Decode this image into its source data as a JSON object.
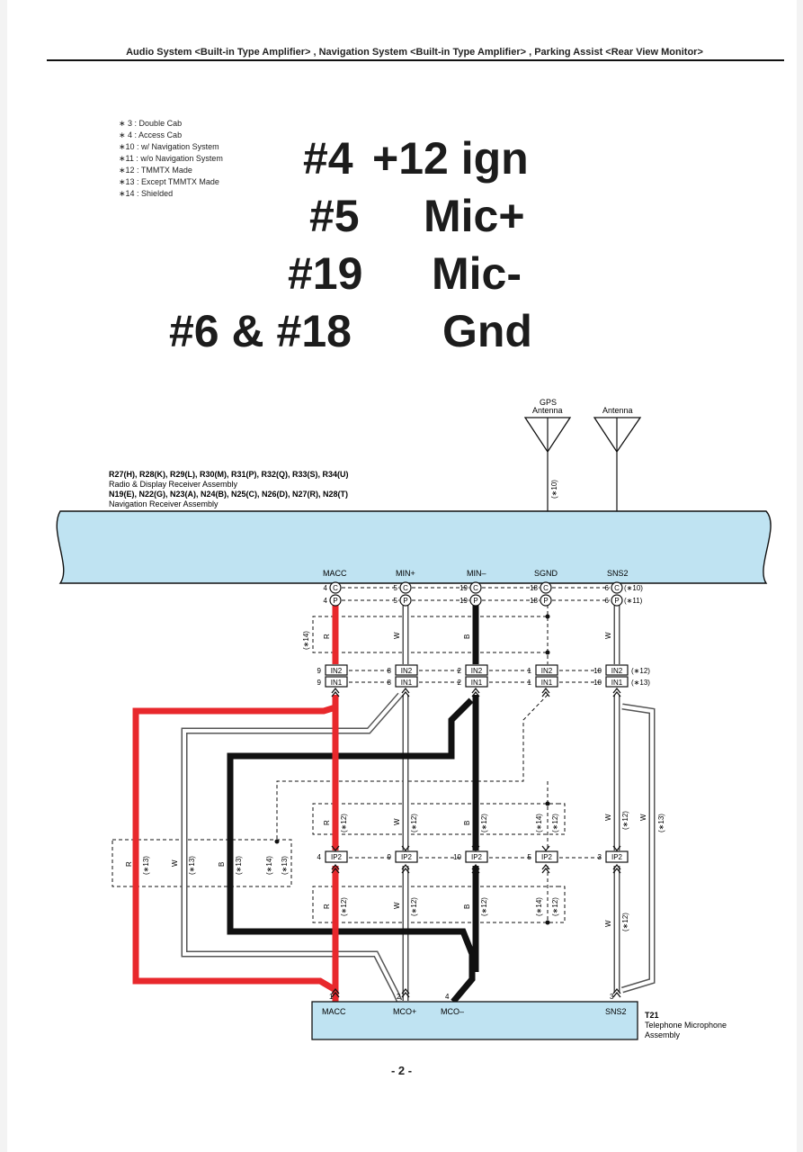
{
  "header": {
    "title": "Audio System <Built-in Type Amplifier> , Navigation System <Built-in Type Amplifier> , Parking Assist <Rear View Monitor>"
  },
  "notes": [
    "∗ 3 : Double Cab",
    "∗ 4 : Access Cab",
    "∗10 : w/ Navigation System",
    "∗11 : w/o Navigation System",
    "∗12 : TMMTX Made",
    "∗13 : Except TMMTX Made",
    "∗14 : Shielded"
  ],
  "overlay": {
    "line1_pin": "#4",
    "line1_label": "+12 ign",
    "line2_pin": "#5",
    "line2_label": "Mic+",
    "line3_pin": "#19",
    "line3_label": "Mic-",
    "line4_pin": "#6 & #18",
    "line4_label": "Gnd"
  },
  "diagram": {
    "gps_antenna_1": "GPS",
    "gps_antenna_2": "Antenna",
    "antenna": "Antenna",
    "note_10": "(∗10)",
    "receiver_line1": "R27(H), R28(K), R29(L), R30(M), R31(P), R32(Q), R33(S), R34(U)",
    "receiver_line2": "Radio & Display Receiver Assembly",
    "receiver_line3": "N19(E), N22(G), N23(A), N24(B), N25(C), N26(D), N27(R), N28(T)",
    "receiver_line4": "Navigation Receiver Assembly",
    "terminals": [
      "MACC",
      "MIN+",
      "MIN–",
      "SGND",
      "SNS2"
    ],
    "row_c_pins": [
      "4",
      "5",
      "19",
      "18",
      "6"
    ],
    "row_p_pins": [
      "4",
      "5",
      "19",
      "18",
      "6"
    ],
    "c_letter": "C",
    "p_letter": "P",
    "row_c_note": "(∗10)",
    "row_p_note": "(∗11)",
    "shield_note": "(∗14)",
    "wire_colors": [
      "R",
      "W",
      "B",
      "W"
    ],
    "in2_pins": [
      "9",
      "8",
      "2",
      "1",
      "10"
    ],
    "in1_pins": [
      "9",
      "8",
      "2",
      "1",
      "10"
    ],
    "in2_label": "IN2",
    "in1_label": "IN1",
    "in2_note": "(∗12)",
    "in1_note": "(∗13)",
    "ip2_label": "IP2",
    "ip2_pins": [
      "4",
      "9",
      "10",
      "5",
      "3"
    ],
    "upper_notes_12": "(∗12)",
    "upper_notes_14": "(∗14)",
    "left_box_colors": [
      "R",
      "W",
      "B"
    ],
    "left_box_note_13": "(∗13)",
    "left_box_note_14": "(∗14)",
    "right_w_note": "(∗13)",
    "t21_pins": [
      "1",
      "2",
      "4",
      "3"
    ],
    "t21_terminals": [
      "MACC",
      "MCO+",
      "MCO–",
      "SNS2"
    ],
    "t21_id": "T21",
    "t21_name1": "Telephone Microphone",
    "t21_name2": "Assembly"
  },
  "page_number": "- 2 -"
}
